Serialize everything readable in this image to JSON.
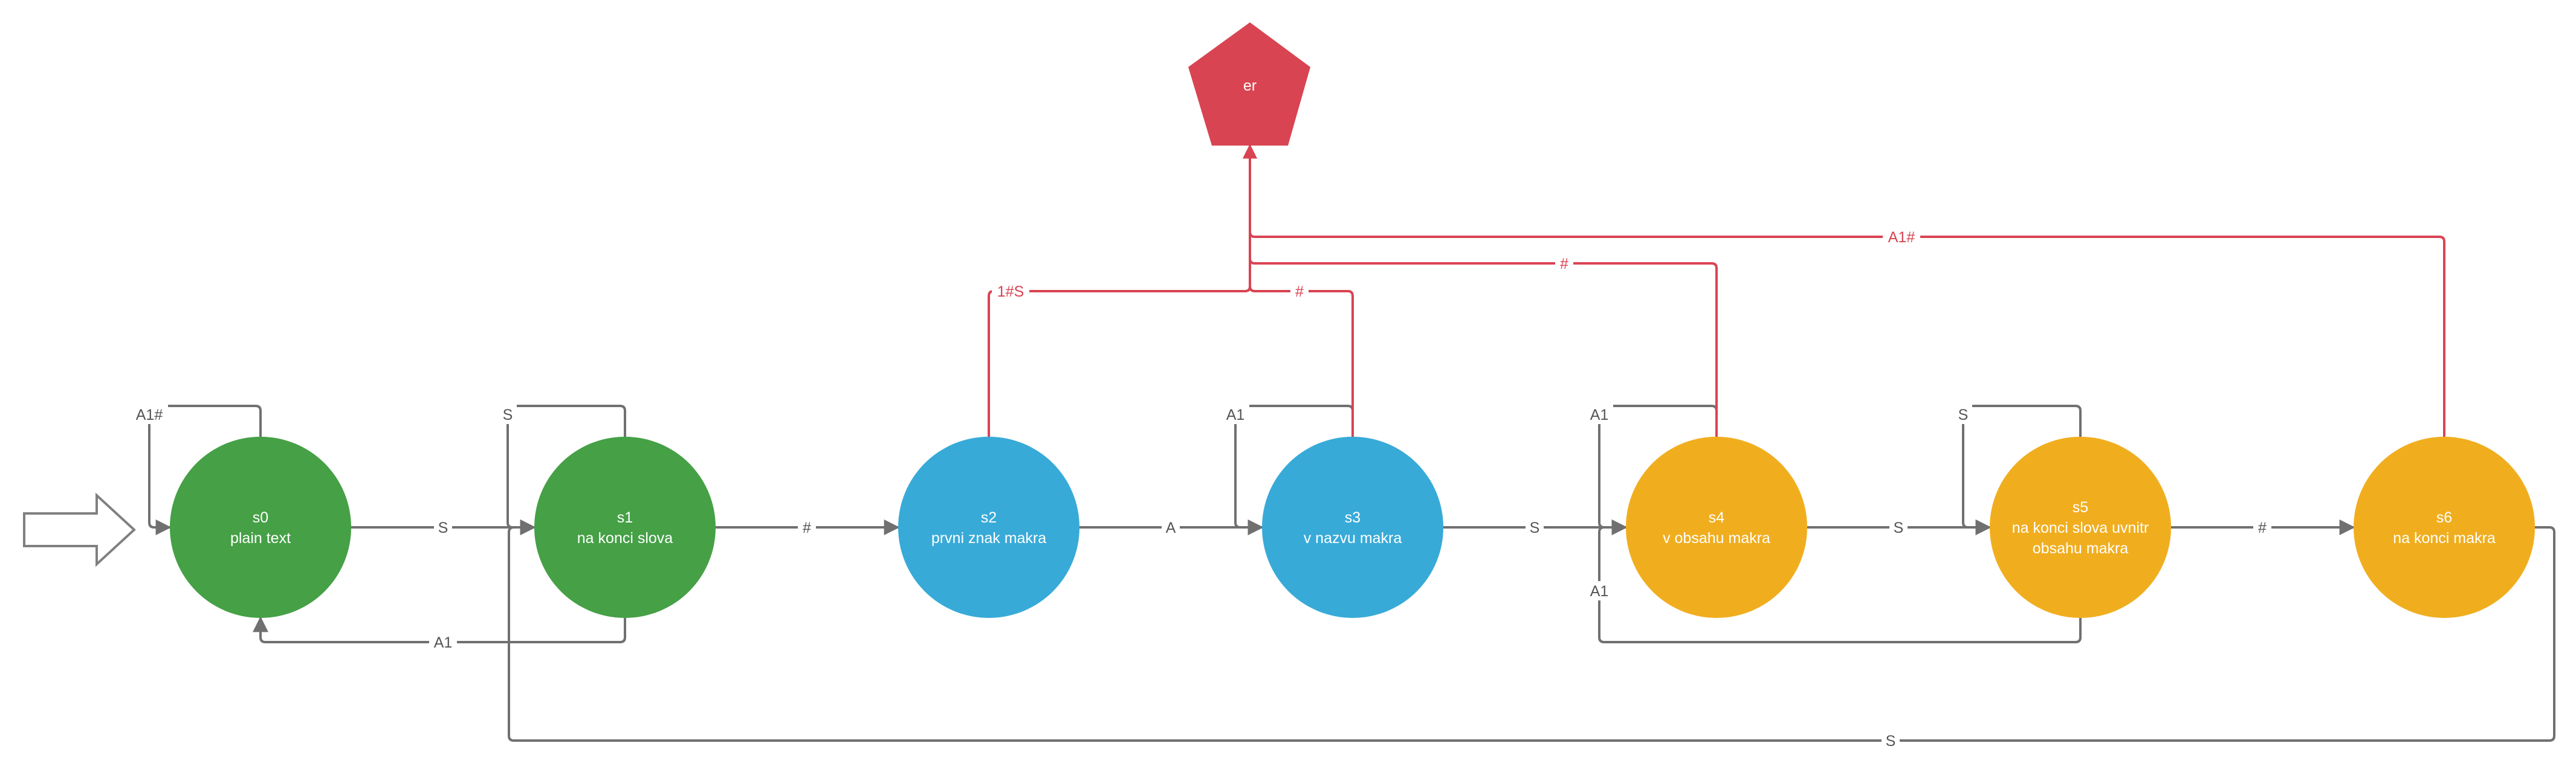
{
  "colors": {
    "green": "#45A046",
    "blue": "#38AAD8",
    "yellow": "#F0AE1F",
    "red": "#D94452",
    "gray_edge": "#707070",
    "red_edge": "#D94452",
    "label_gray": "#555555"
  },
  "error_state": {
    "id": "er",
    "label": "er"
  },
  "states": [
    {
      "id": "s0",
      "name": "s0",
      "desc_lines": [
        "plain text"
      ]
    },
    {
      "id": "s1",
      "name": "s1",
      "desc_lines": [
        "na konci slova"
      ]
    },
    {
      "id": "s2",
      "name": "s2",
      "desc_lines": [
        "prvni znak makra"
      ]
    },
    {
      "id": "s3",
      "name": "s3",
      "desc_lines": [
        "v nazvu makra"
      ]
    },
    {
      "id": "s4",
      "name": "s4",
      "desc_lines": [
        "v obsahu makra"
      ]
    },
    {
      "id": "s5",
      "name": "s5",
      "desc_lines": [
        "na konci slova uvnitr",
        "obsahu makra"
      ]
    },
    {
      "id": "s6",
      "name": "s6",
      "desc_lines": [
        "na konci makra"
      ]
    }
  ],
  "transitions": [
    {
      "from": "s0",
      "to": "s0",
      "label": "A1#"
    },
    {
      "from": "s0",
      "to": "s1",
      "label": "S"
    },
    {
      "from": "s1",
      "to": "s1",
      "label": "S"
    },
    {
      "from": "s1",
      "to": "s0",
      "label": "A1"
    },
    {
      "from": "s1",
      "to": "s2",
      "label": "#"
    },
    {
      "from": "s2",
      "to": "s3",
      "label": "A"
    },
    {
      "from": "s2",
      "to": "er",
      "label": "1#S"
    },
    {
      "from": "s3",
      "to": "s3",
      "label": "A1"
    },
    {
      "from": "s3",
      "to": "s4",
      "label": "S"
    },
    {
      "from": "s3",
      "to": "er",
      "label": "#"
    },
    {
      "from": "s4",
      "to": "s4",
      "label": "A1"
    },
    {
      "from": "s4",
      "to": "s5",
      "label": "S"
    },
    {
      "from": "s4",
      "to": "er",
      "label": "#"
    },
    {
      "from": "s5",
      "to": "s5",
      "label": "S"
    },
    {
      "from": "s5",
      "to": "s4",
      "label": "A1"
    },
    {
      "from": "s5",
      "to": "s6",
      "label": "#"
    },
    {
      "from": "s6",
      "to": "er",
      "label": "A1#"
    },
    {
      "from": "s6",
      "to": "s1",
      "label": "S"
    }
  ]
}
